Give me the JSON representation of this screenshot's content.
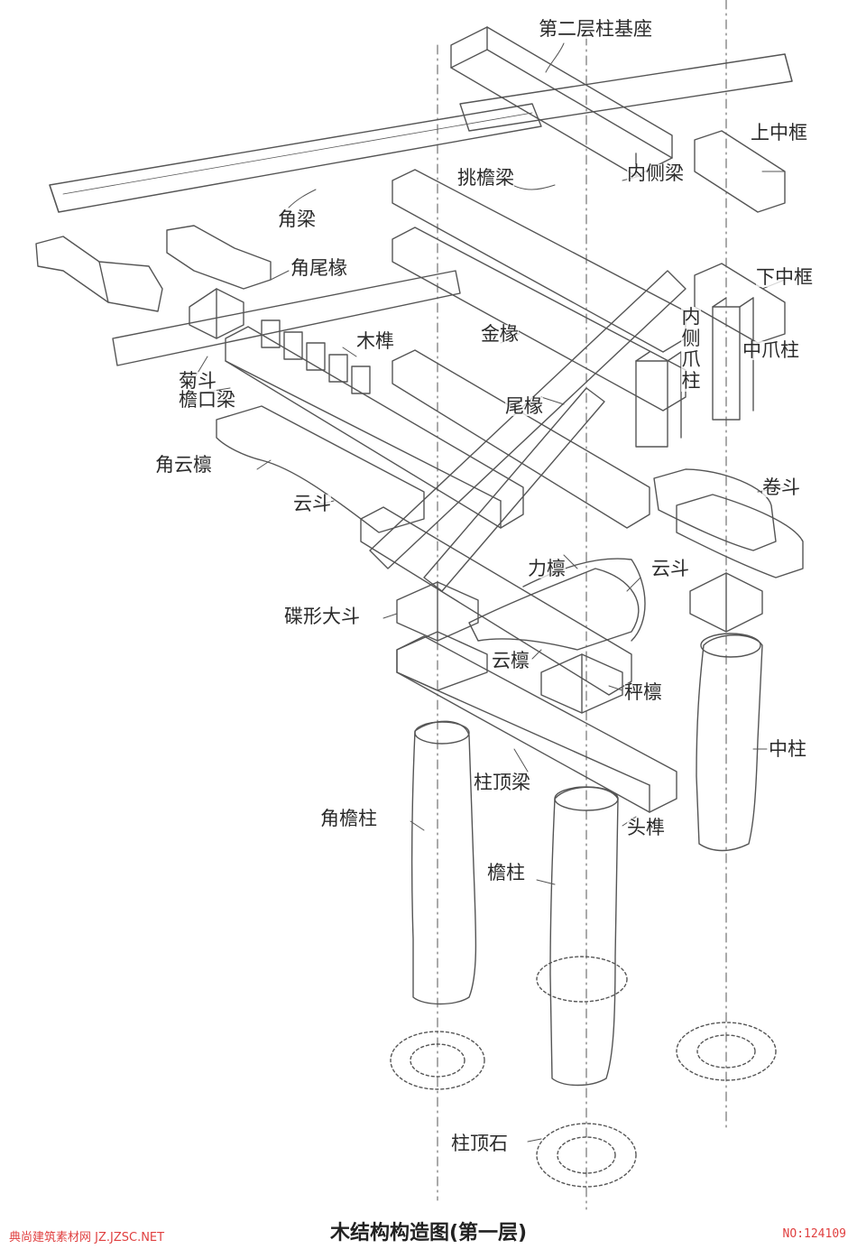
{
  "caption": "木结构构造图(第一层)",
  "watermark_left": "典尚建筑素材网 JZ.JZSC.NET",
  "watermark_right": "NO:124109",
  "labels": {
    "second_floor_column_base": "第二层柱基座",
    "upper_middle_frame": "上中框",
    "inner_side_beam": "内侧梁",
    "cantilever_eave_beam": "挑檐梁",
    "corner_beam": "角梁",
    "corner_tail_rafter": "角尾椽",
    "lower_middle_frame": "下中框",
    "inner_claw_column": "内侧爪柱",
    "middle_claw_column": "中爪柱",
    "golden_rafter": "金椽",
    "wood_tenon": "木榫",
    "chrysanthemum_bracket": "菊斗",
    "eave_mouth_beam": "檐口梁",
    "tail_rafter": "尾椽",
    "corner_cloud_purlin": "角云檩",
    "rolled_bracket": "卷斗",
    "cloud_bracket_left": "云斗",
    "force_purlin": "力檩",
    "cloud_bracket_right": "云斗",
    "dish_big_bracket": "碟形大斗",
    "cloud_purlin": "云檩",
    "steelyard_purlin": "秤檩",
    "middle_column": "中柱",
    "column_top_beam": "柱顶梁",
    "corner_eave_column": "角檐柱",
    "head_tenon": "头榫",
    "eave_column": "檐柱",
    "column_top_stone": "柱顶石"
  }
}
